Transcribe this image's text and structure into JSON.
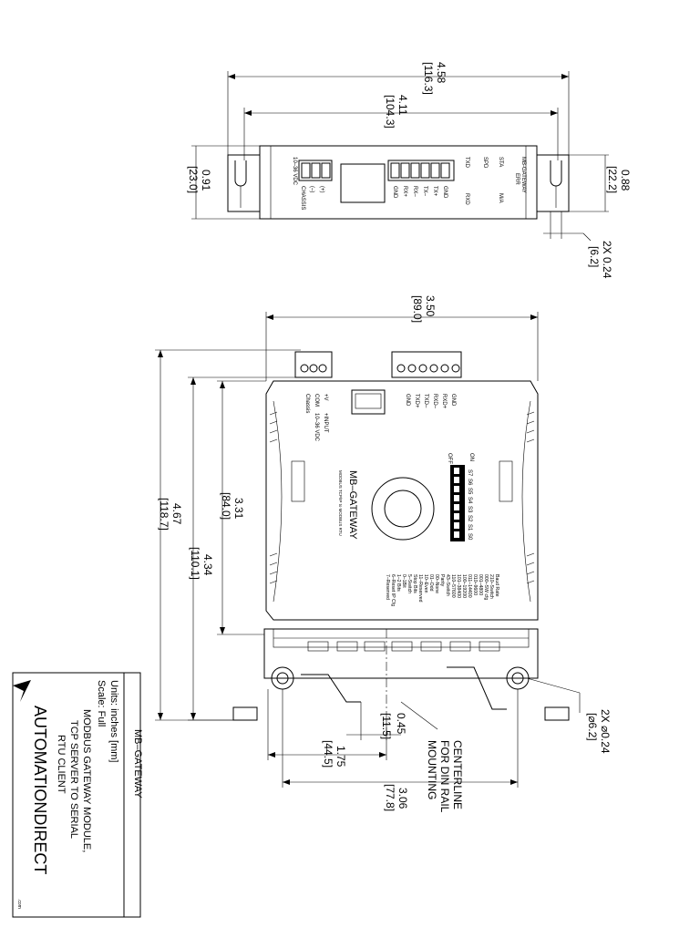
{
  "drawing": {
    "top_view": {
      "overall_length": "4.58",
      "overall_length_mm": "[116.3]",
      "body_length": "4.11",
      "body_length_mm": "[104.3]",
      "depth_left": "0.91",
      "depth_left_mm": "[23.0]",
      "depth_right": "0.88",
      "depth_right_mm": "[22.2]",
      "slot": "2X 0.24",
      "slot_mm": "[6.2]",
      "module_label": "MB-GATEWAY",
      "led_labels": [
        "TXD",
        "SPD",
        "STA",
        "ERR",
        "M/A",
        "RXD"
      ],
      "power_label": "10–36 VDC",
      "power_terms": [
        "(+)",
        "(–)",
        "CHASSIS"
      ],
      "serial_terms": [
        "GND",
        "TX+",
        "TX–",
        "RX–",
        "RX+",
        "GND"
      ]
    },
    "front_view": {
      "width": "3.50",
      "width_mm": "[89.0]",
      "height_overall": "4.67",
      "height_overall_mm": "[118.7]",
      "height_body": "4.34",
      "height_body_mm": "[110.1]",
      "height_inner": "3.31",
      "height_inner_mm": "[84.0]",
      "hole": "2X ⌀0.24",
      "hole_mm": "[⌀6.2]",
      "rail_offset": "0.45",
      "rail_offset_mm": "[11.5]",
      "rail_to_hole": "1.75",
      "rail_to_hole_mm": "[44.5]",
      "hole_to_hole": "3.06",
      "hole_to_hole_mm": "[77.8]",
      "centerline_note": [
        "CENTERLINE",
        "FOR DIN RAIL",
        "MOUNTING"
      ],
      "front_label": "MB–GATEWAY",
      "front_sublabel": "MODBUS TCP/IP to MODBUS RTU",
      "power_terms": [
        "+V",
        "COM",
        "Chassis"
      ],
      "power_note": [
        "+INPUT",
        "10–36 VDC"
      ],
      "serial_terms": [
        "GND",
        "RXD+",
        "RXD–",
        "TXD–",
        "TXD+",
        "GND"
      ],
      "switch_on": "ON",
      "switch_off": "OFF",
      "switch_labels": [
        "S7",
        "S6",
        "S5",
        "S4",
        "S3",
        "S2",
        "S1",
        "S0"
      ],
      "config_text": [
        "Baud Rate",
        "210–Switch",
        "000–SW cfg",
        "001–4800",
        "010–9600",
        "011–14400",
        "100–19200",
        "101–38400",
        "110–57600",
        "43–Switch",
        "Parity",
        "00–None",
        "01–Odd",
        "10–Even",
        "11–Reserved",
        "Stop Bits",
        "5–Switch",
        "0–1Bit",
        "1–2 Bits",
        "6–Reset IP Cfg",
        "7–Reserved"
      ]
    }
  },
  "title_block": {
    "part": "MB–GATEWAY",
    "units": "Units: inches [mm]",
    "scale": "Scale: Full",
    "description": [
      "MODBUS GATEWAY MODULE,",
      "TCP SERVER TO SERIAL",
      "RTU CLIENT"
    ],
    "brand": "AUTOMATIONDIRECT",
    "brand_suffix": ".com"
  }
}
